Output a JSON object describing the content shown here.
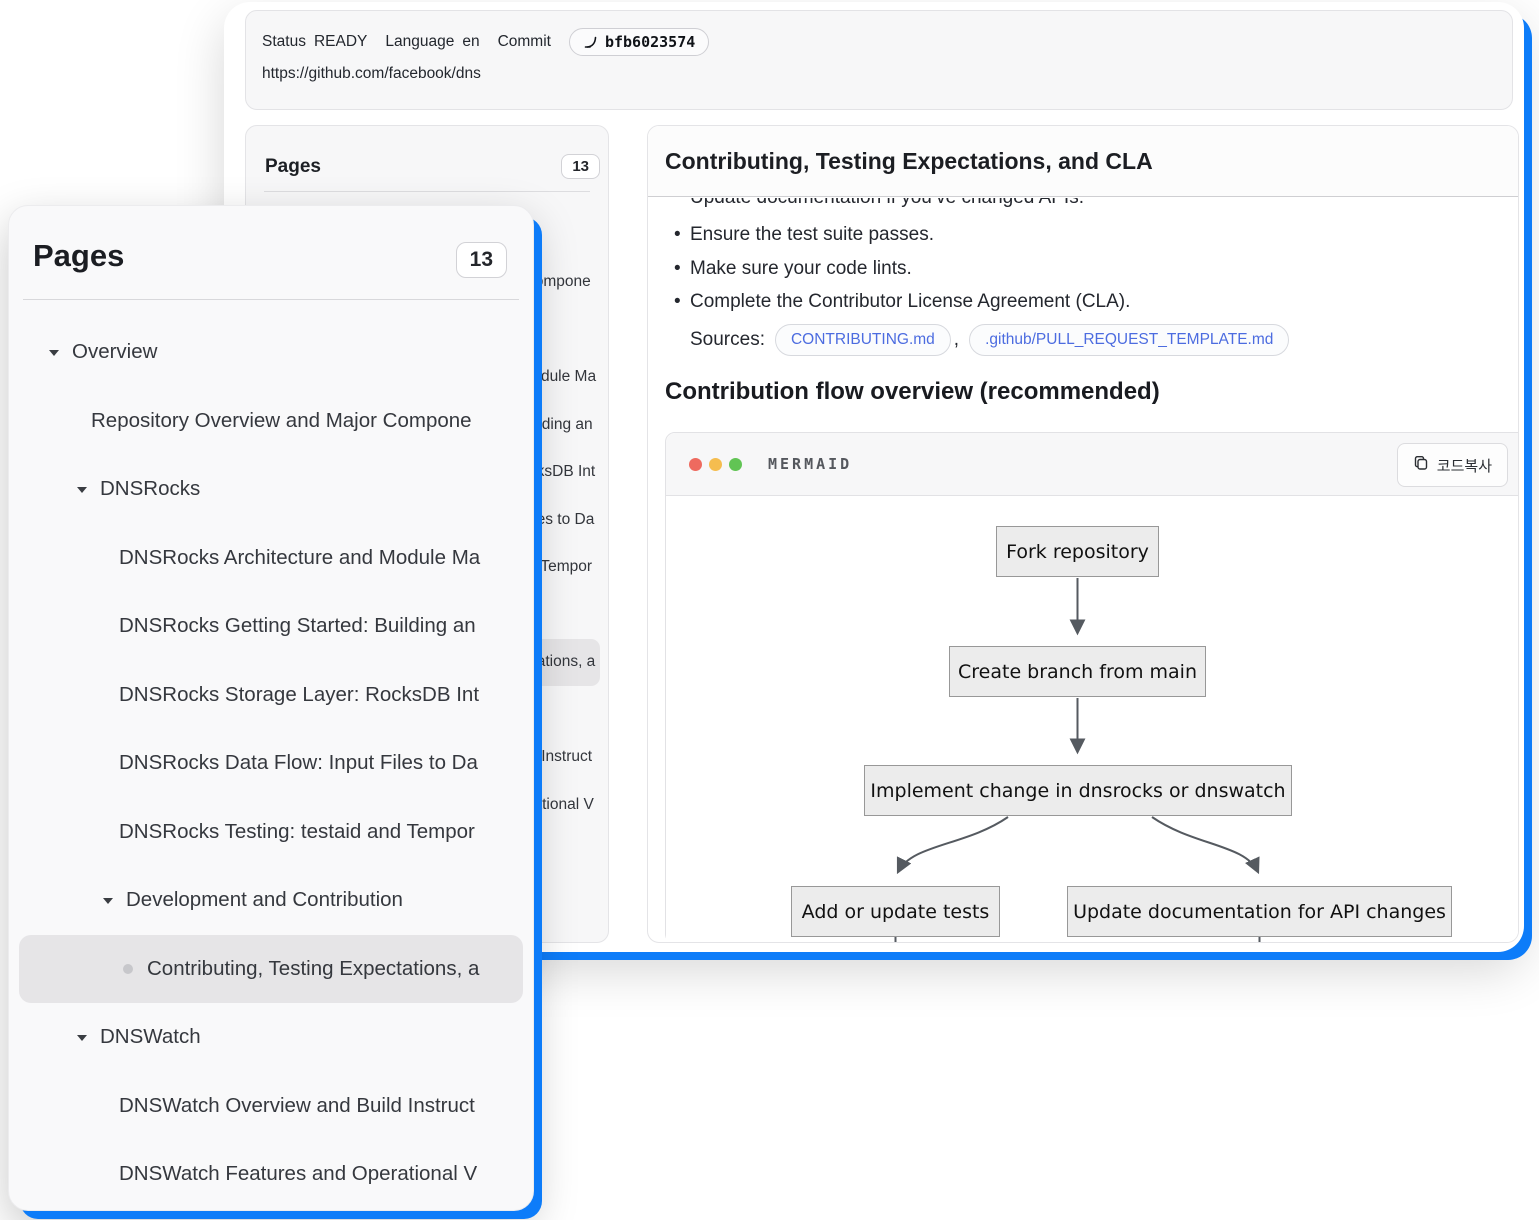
{
  "frame_color": "#0d7cf9",
  "status_bar": {
    "status_label": "Status",
    "status_value": "READY",
    "language_label": "Language",
    "language_value": "en",
    "commit_label": "Commit",
    "commit_hash": "bfb6023574",
    "url": "https://github.com/facebook/dns"
  },
  "pages_panel": {
    "title": "Pages",
    "count": "13"
  },
  "pages_tree": [
    {
      "label": "Overview",
      "type": "section"
    },
    {
      "label": "Repository Overview and Major Compone",
      "type": "page"
    },
    {
      "label": "DNSRocks",
      "type": "section"
    },
    {
      "label": "DNSRocks Architecture and Module Ma",
      "type": "page"
    },
    {
      "label": "DNSRocks Getting Started: Building an",
      "type": "page"
    },
    {
      "label": "DNSRocks Storage Layer: RocksDB Int",
      "type": "page"
    },
    {
      "label": "DNSRocks Data Flow: Input Files to Da",
      "type": "page"
    },
    {
      "label": "DNSRocks Testing: testaid and Tempor",
      "type": "page"
    },
    {
      "label": "Development and Contribution",
      "type": "section"
    },
    {
      "label": "Contributing, Testing Expectations, a",
      "type": "page",
      "active": true
    },
    {
      "label": "DNSWatch",
      "type": "section"
    },
    {
      "label": "DNSWatch Overview and Build Instruct",
      "type": "page"
    },
    {
      "label": "DNSWatch Features and Operational V",
      "type": "page"
    }
  ],
  "content": {
    "title": "Contributing, Testing Expectations, and CLA",
    "clipped_bullet": "Update documentation if you’ve changed APIs.",
    "bullets": [
      "Ensure the test suite passes.",
      "Make sure your code lints.",
      "Complete the Contributor License Agreement (CLA)."
    ],
    "sources_label": "Sources:",
    "sources": [
      "CONTRIBUTING.md",
      ".github/PULL_REQUEST_TEMPLATE.md"
    ],
    "sources_separator": ",",
    "section_heading": "Contribution flow overview (recommended)"
  },
  "mermaid": {
    "label": "MERMAID",
    "copy_button": "코드복사",
    "nodes": [
      "Fork repository",
      "Create branch from main",
      "Implement change in dnsrocks or dnswatch",
      "Add or update tests",
      "Update documentation for API changes"
    ]
  }
}
